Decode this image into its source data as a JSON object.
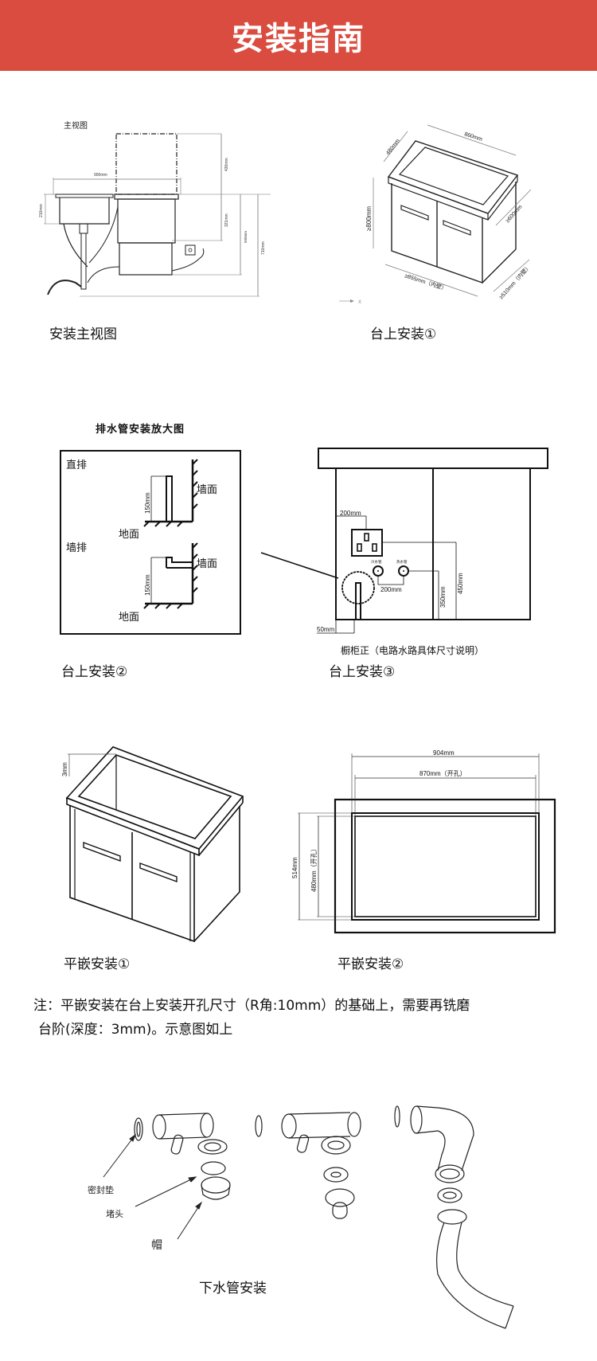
{
  "header": {
    "title": "安装指南",
    "background": "#d94c3f"
  },
  "sections": {
    "main_view": {
      "caption": "安装主视图",
      "diagram_title": "主视图",
      "dims": {
        "width": "900mm",
        "sink_depth": "210mm",
        "upper": "430mm",
        "middle": "321mm",
        "lower": "500mm",
        "total": "710mm"
      }
    },
    "counter_1": {
      "caption": "台上安装①",
      "dims": {
        "depth": "480mm",
        "width": "860mm",
        "height": "≥800mm",
        "diag": "≥600mm",
        "inner_width": "≥855mm（内壁）",
        "inner_depth": "≥510mm（内壁）"
      },
      "axis_label": "X"
    },
    "counter_2": {
      "caption": "台上安装②",
      "diagram_title": "排水管安装放大图",
      "straight": {
        "label": "直排",
        "height": "150mm",
        "wall": "墙面",
        "floor": "地面"
      },
      "wall_drain": {
        "label": "墙排",
        "height": "150mm",
        "wall": "墙面",
        "floor": "地面"
      }
    },
    "counter_3": {
      "caption": "台上安装③",
      "diagram_note": "橱柜正（电路水路具体尺寸说明）",
      "dims": {
        "socket_offset": "200mm",
        "pipe_spacing": "200mm",
        "pipe_height": "350mm",
        "socket_height": "450mm",
        "drain_offset": "50mm"
      },
      "cold_pipe": "冷水管",
      "hot_pipe": "热水管"
    },
    "flush_1": {
      "caption": "平嵌安装①",
      "dims": {
        "step": "3mm"
      }
    },
    "flush_2": {
      "caption": "平嵌安装②",
      "dims": {
        "outer_width": "904mm",
        "cut_width": "870mm（开孔）",
        "outer_height": "514mm",
        "cut_height": "480mm（开孔）"
      }
    },
    "note": {
      "line1": "注：平嵌安装在台上安装开孔尺寸（R角:10mm）的基础上，需要再铣磨",
      "line2": "台阶(深度：3mm)。示意图如上"
    },
    "pipe": {
      "caption": "下水管安装",
      "labels": {
        "gasket": "密封垫",
        "plug": "堵头",
        "cap": "帽"
      }
    }
  }
}
